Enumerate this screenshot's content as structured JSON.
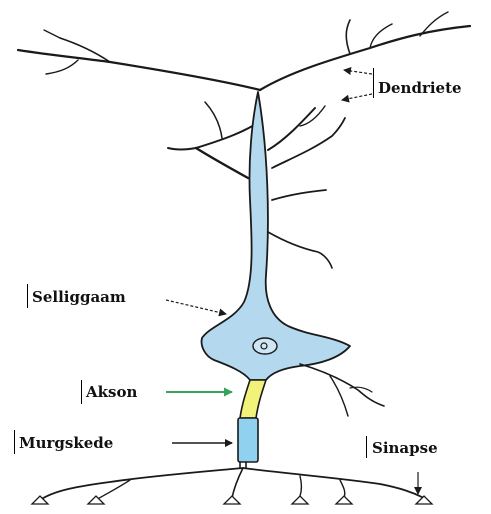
{
  "labels": {
    "dendrites": "Dendriete",
    "cell_body": "Selliggaam",
    "axon": "Akson",
    "myelin_sheath": "Murgskede",
    "synapse": "Sinapse"
  },
  "colors": {
    "cell": "#b4d8ee",
    "axon": "#f2f27a",
    "myelin": "#8fd1ee",
    "outline": "#1a1a1a",
    "axon_arrow": "#3aa35a"
  }
}
